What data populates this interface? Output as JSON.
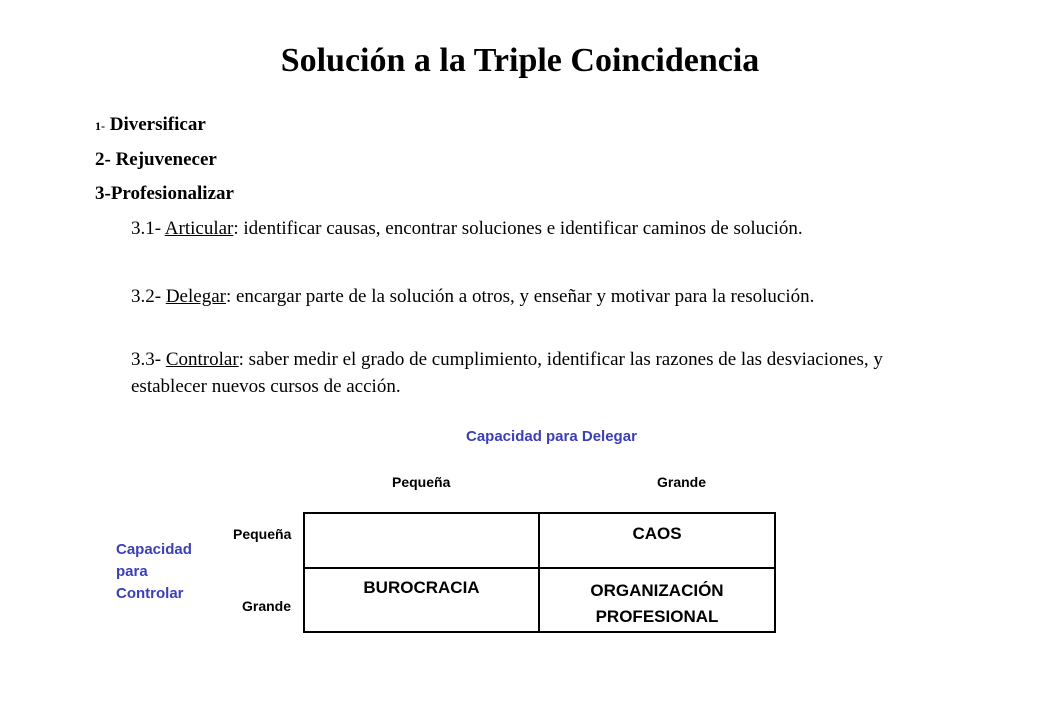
{
  "title": "Solución a la Triple Coincidencia",
  "list": {
    "item1_num": "1-",
    "item1_text": "Diversificar",
    "item2": "2- Rejuvenecer",
    "item3": "3-Profesionalizar"
  },
  "subitems": [
    {
      "num": "3.1-",
      "term": "Articular",
      "text": ": identificar causas, encontrar soluciones e identificar caminos de solución."
    },
    {
      "num": "3.2-",
      "term": "Delegar",
      "text": ": encargar parte de la solución a otros, y enseñar y motivar para la resolución."
    },
    {
      "num": "3.3-",
      "term": "Controlar",
      "text": ": saber medir el grado de cumplimiento, identificar las razones de las desviaciones,  y establecer nuevos cursos de acción."
    }
  ],
  "matrix": {
    "x_axis_title": "Capacidad para Delegar",
    "y_axis_title_lines": [
      "Capacidad",
      "para",
      "Controlar"
    ],
    "col_labels": [
      "Pequeña",
      "Grande"
    ],
    "row_labels": [
      "Pequeña",
      "Grande"
    ],
    "cells": {
      "r1c1": "",
      "r1c2": "CAOS",
      "r2c1": "BUROCRACIA",
      "r2c2_line1": "ORGANIZACIÓN",
      "r2c2_line2": "PROFESIONAL"
    }
  },
  "colors": {
    "accent_blue": "#3b3fb8",
    "text": "#000000",
    "background": "#ffffff"
  }
}
